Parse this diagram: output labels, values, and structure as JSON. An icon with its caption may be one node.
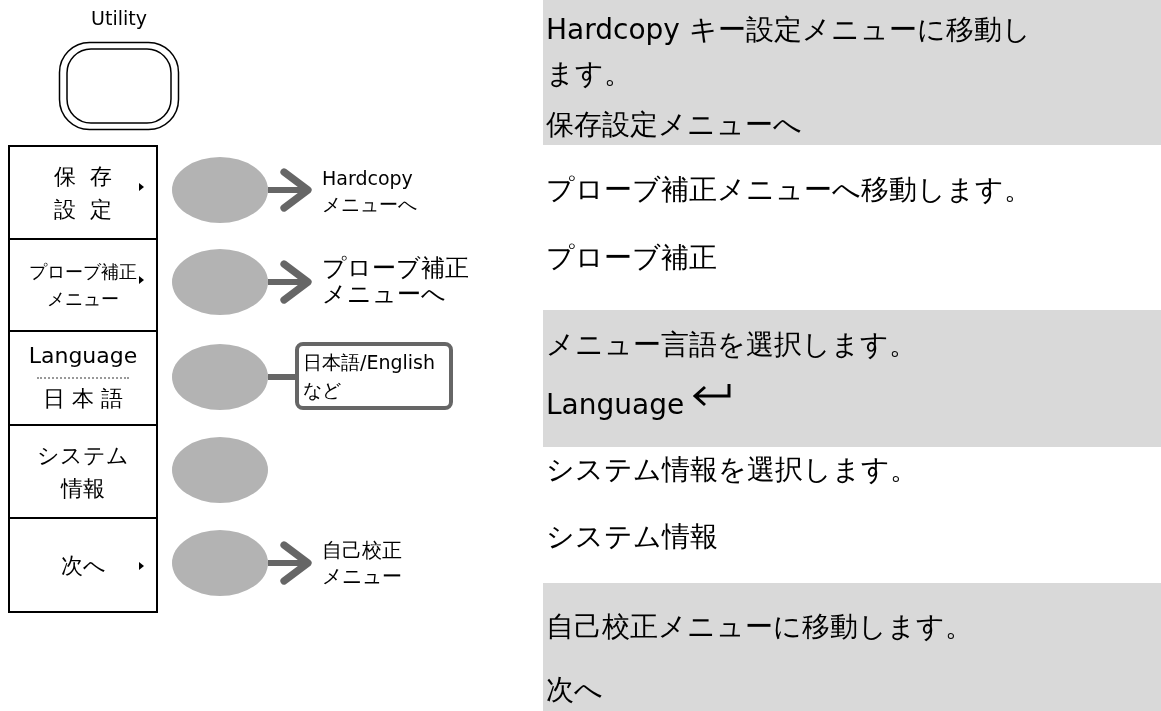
{
  "diagram": {
    "nodes": [
      {
        "text": [
          "Utility"
        ]
      },
      {
        "text": [
          "保存設定"
        ]
      },
      {
        "text": [
          "プローブ補正メニュー"
        ]
      },
      {
        "text": [
          "Language",
          "日本語"
        ]
      },
      {
        "text": [
          "システム情報"
        ]
      },
      {
        "text": [
          "次へ"
        ]
      },
      {
        "text": [],
        "shape": "ellipse"
      },
      {
        "text": [],
        "shape": "ellipse"
      },
      {
        "text": [],
        "shape": "ellipse"
      },
      {
        "text": [],
        "shape": "ellipse"
      },
      {
        "text": [],
        "shape": "ellipse"
      },
      {
        "text": [
          "Hardcopy メニューへ"
        ]
      },
      {
        "text": [
          "プローブ補正メニューへ"
        ]
      },
      {
        "text": [
          "日本語/Englishなど"
        ]
      },
      {
        "text": [
          "自己校正メニュー"
        ]
      },
      {
        "text": [
          "Hardcopy キー設定メニューに移動します。",
          "保存設定メニューへ"
        ]
      },
      {
        "text": [
          "メニュー言語を選択します。",
          "Language"
        ]
      },
      {
        "text": [
          "自己校正メニューに移動します。",
          "次へ"
        ]
      }
    ],
    "edges": [
      {
        "from": 6,
        "to": 11,
        "arrow": "to"
      },
      {
        "from": 7,
        "to": 12,
        "arrow": "to"
      },
      {
        "from": 8,
        "to": 13,
        "arrow": "none"
      },
      {
        "from": 10,
        "to": 14,
        "arrow": "to"
      }
    ],
    "labels": [
      "プローブ補正メニューへ移動します。",
      "プローブ補正",
      "システム情報を選択します。",
      "システム情報"
    ]
  }
}
